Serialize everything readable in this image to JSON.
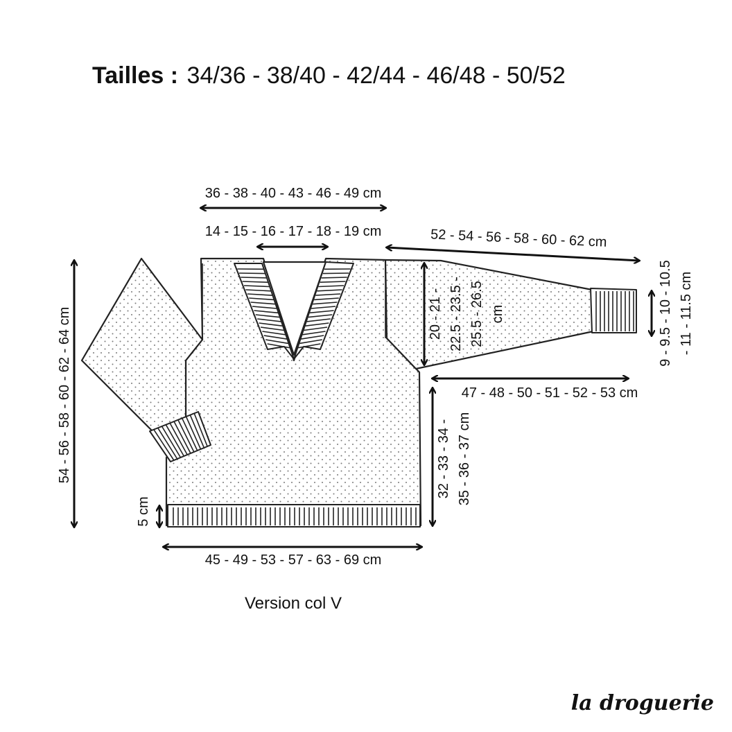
{
  "title": {
    "label": "Tailles :",
    "sizes": "34/36 - 38/40 - 42/44 - 46/48 - 50/52"
  },
  "measurements": {
    "shoulder_width": "36 - 38 - 40 - 43 - 46 - 49 cm",
    "neck_width": "14 - 15 - 16 - 17 - 18 - 19 cm",
    "sleeve_length_top": "52 - 54 - 56 - 58 - 60 - 62 cm",
    "sleeve_depth_line1": "20 - 21 -",
    "sleeve_depth_line2": "22.5 - 23.5 -",
    "sleeve_depth_line3": "25.5 - 26.5",
    "sleeve_depth_line4": "cm",
    "cuff_width_line1": "9 - 9.5 - 10 - 10.5",
    "cuff_width_line2": "- 11 - 11.5 cm",
    "sleeve_length_bottom": "47 - 48 - 50 - 51 - 52 - 53 cm",
    "side_length_line1": "32 - 33 - 34 -",
    "side_length_line2": "35 - 36 - 37 cm",
    "total_length": "54 - 56 - 58 - 60 - 62 - 64 cm",
    "rib_height": "5 cm",
    "bottom_width": "45 - 49 - 53 - 57 - 63 - 69 cm"
  },
  "caption": "Version col V",
  "brand": "la droguerie"
}
